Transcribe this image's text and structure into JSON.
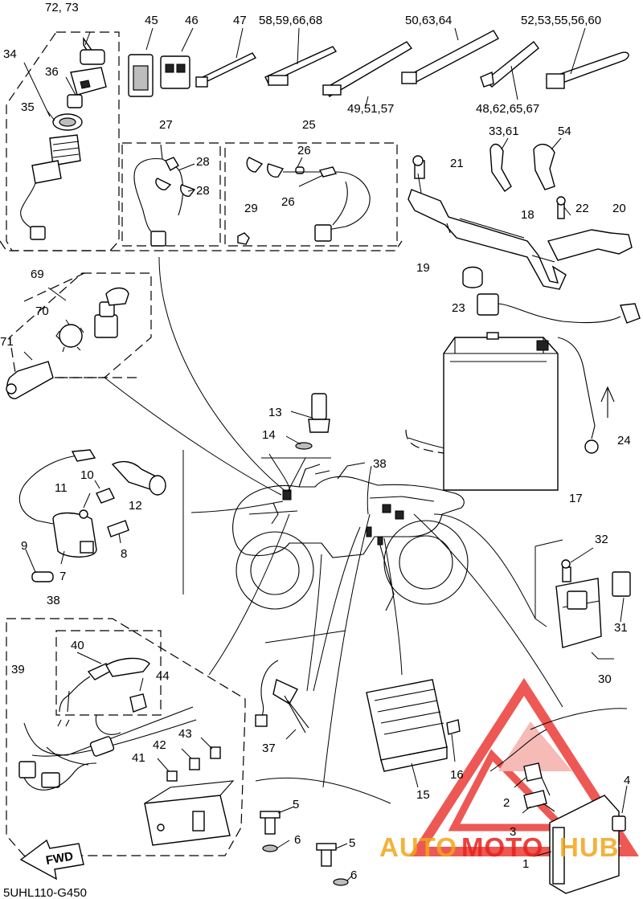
{
  "diagram": {
    "code": "5UHL110-G450",
    "fwd_label": "FWD",
    "callouts": {
      "c1": "1",
      "c2": "2",
      "c3": "3",
      "c4": "4",
      "c5a": "5",
      "c5b": "5",
      "c6a": "6",
      "c6b": "6",
      "c7": "7",
      "c8": "8",
      "c9": "9",
      "c10": "10",
      "c11": "11",
      "c12": "12",
      "c13": "13",
      "c14": "14",
      "c15": "15",
      "c16": "16",
      "c17": "17",
      "c18": "18",
      "c19": "19",
      "c20": "20",
      "c21": "21",
      "c22": "22",
      "c23": "23",
      "c24": "24",
      "c25": "25",
      "c26a": "26",
      "c26b": "26",
      "c27": "27",
      "c28a": "28",
      "c28b": "28",
      "c29": "29",
      "c30": "30",
      "c31": "31",
      "c32": "32",
      "c33": "33,61",
      "c34": "34",
      "c35": "35",
      "c36": "36",
      "c37": "37",
      "c38a": "38",
      "c38b": "38",
      "c39": "39",
      "c40": "40",
      "c41": "41",
      "c42": "42",
      "c43": "43",
      "c44": "44",
      "c45": "45",
      "c46": "46",
      "c47": "47",
      "c48": "48,62,65,67",
      "c49": "49,51,57",
      "c50": "50,63,64",
      "c52": "52,53,55,56,60",
      "c54": "54",
      "c58": "58,59,66,68",
      "c69": "69",
      "c70": "70",
      "c71": "71",
      "c72": "72, 73"
    }
  },
  "watermark": {
    "part1": "AUTO",
    "part2": "MOTO",
    "part3": "HUB",
    "color_red": "#e8211c",
    "color_gold": "#f2a51a"
  }
}
